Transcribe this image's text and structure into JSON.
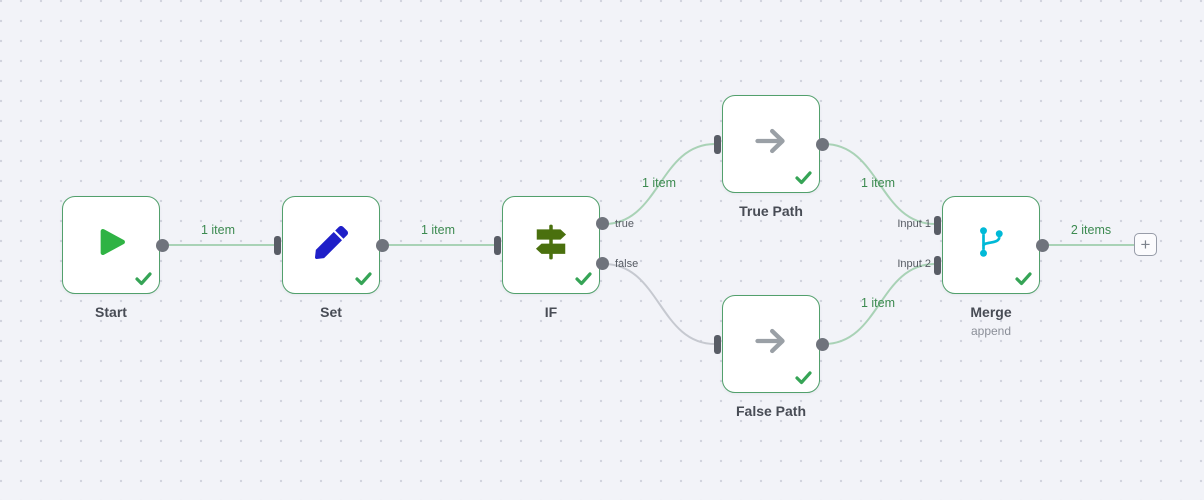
{
  "workflow": {
    "nodes": [
      {
        "name": "Start",
        "icon": "play-icon",
        "status": "success"
      },
      {
        "name": "Set",
        "icon": "pencil-icon",
        "status": "success"
      },
      {
        "name": "IF",
        "icon": "signpost-icon",
        "status": "success",
        "outputs": [
          "true",
          "false"
        ]
      },
      {
        "name": "True Path",
        "icon": "arrow-right-icon",
        "status": "success"
      },
      {
        "name": "False Path",
        "icon": "arrow-right-icon",
        "status": "success"
      },
      {
        "name": "Merge",
        "subtitle": "append",
        "icon": "merge-branch-icon",
        "status": "success",
        "inputs": [
          "Input 1",
          "Input 2"
        ]
      }
    ],
    "connections": [
      {
        "from": "Start",
        "to": "Set",
        "items": "1 item",
        "status": "success"
      },
      {
        "from": "Set",
        "to": "IF",
        "items": "1 item",
        "status": "success"
      },
      {
        "from": "IF (true)",
        "to": "True Path",
        "items": "1 item",
        "status": "success"
      },
      {
        "from": "IF (false)",
        "to": "False Path",
        "items": null,
        "status": "inactive"
      },
      {
        "from": "True Path",
        "to": "Merge (Input 1)",
        "items": "1 item",
        "status": "success"
      },
      {
        "from": "False Path",
        "to": "Merge (Input 2)",
        "items": "1 item",
        "status": "success"
      },
      {
        "from": "Merge",
        "to": "add-node-button",
        "items": "2 items",
        "status": "success"
      }
    ]
  },
  "add_button": {
    "glyph": "+"
  },
  "colors": {
    "node_border": "#52a06c",
    "success_check": "#36a456",
    "connection_success": "#a9d2b6",
    "connection_inactive": "#c6c9d0",
    "connection_label": "#3c8a50",
    "play_icon": "#2fb344",
    "pencil_icon": "#1f1fc8",
    "signpost_icon": "#4a700e",
    "arrow_icon": "#9aa0a6",
    "merge_icon": "#00b9d7",
    "output_port": "#6f737c",
    "input_port": "#595d66",
    "canvas_background": "#f2f3f8",
    "canvas_dots": "#d2d4de"
  }
}
